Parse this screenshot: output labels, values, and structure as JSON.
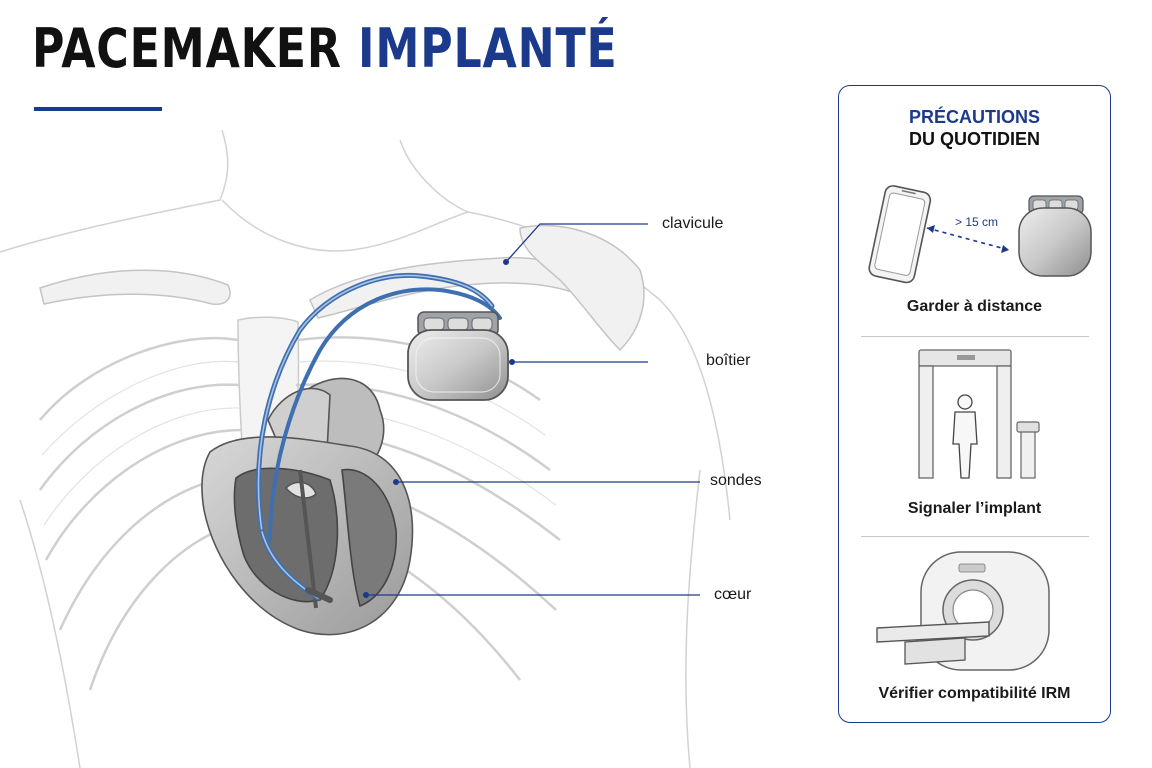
{
  "title": {
    "part1": "PACEMAKER",
    "part2": "IMPLANTÉ"
  },
  "callouts": {
    "clavicule": "clavicule",
    "boitier": "boîtier",
    "sondes": "sondes",
    "coeur": "cœur"
  },
  "panel": {
    "title_line1": "PRÉCAUTIONS",
    "title_line2": "DU QUOTIDIEN",
    "items": [
      {
        "label": "Garder à distance",
        "distance_note": "> 15 cm",
        "icon": "phone-pacemaker-distance-icon"
      },
      {
        "label": "Signaler l’implant",
        "icon": "security-portal-icon"
      },
      {
        "label": "Vérifier compatibilité IRM",
        "icon": "mri-scanner-icon"
      }
    ]
  },
  "colors": {
    "accent": "#1b3a8c",
    "title_dark": "#111111",
    "lead_blue": "#3f6fb0",
    "sketch_gray": "#c8c8c8"
  }
}
